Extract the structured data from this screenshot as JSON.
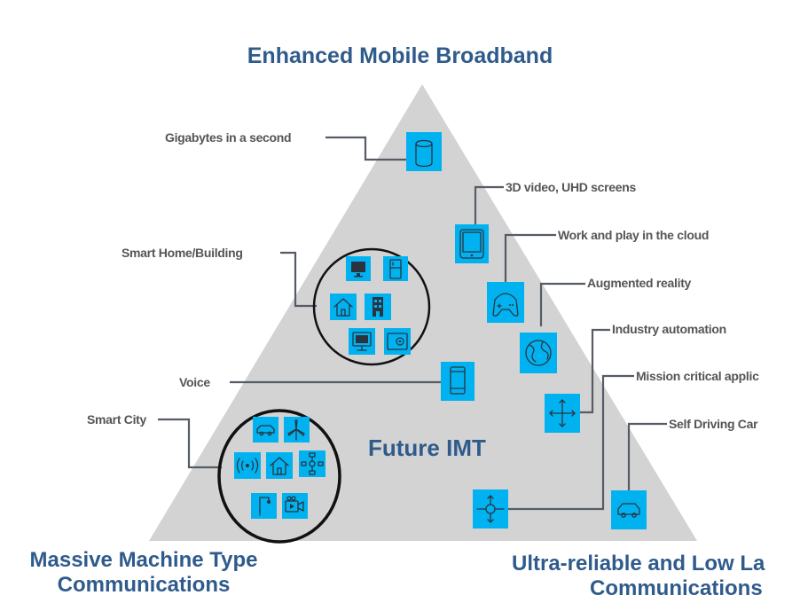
{
  "titles": {
    "top": "Enhanced Mobile Broadband",
    "left_line1": "Massive Machine Type",
    "left_line2": "Communications",
    "right_line1": "Ultra-reliable  and Low La",
    "right_line2": "Communications",
    "center": "Future IMT"
  },
  "labels": {
    "gigabytes": "Gigabytes in a second",
    "video3d": "3D video, UHD screens",
    "cloud": "Work and play in the cloud",
    "ar": "Augmented reality",
    "industry": "Industry automation",
    "mission": "Mission critical  applic",
    "selfdriving": "Self Driving Car",
    "smarthome": "Smart Home/Building",
    "voice": "Voice",
    "smartcity": "Smart City"
  },
  "colors": {
    "triangle": "#d3d3d3",
    "icon_fill": "#00b3f0",
    "title": "#2f5b8c",
    "label": "#555555",
    "leader": "#555c66"
  },
  "icons": [
    "database-icon",
    "tablet-icon",
    "gamepad-icon",
    "globe-icon",
    "arrows-icon",
    "move-icon",
    "car-icon",
    "phone-icon",
    "monitor-icon",
    "fridge-icon",
    "house-icon",
    "building-icon",
    "safe-icon",
    "wind-turbine-icon",
    "signal-icon",
    "network-icon",
    "streetlight-icon",
    "camera-icon"
  ]
}
